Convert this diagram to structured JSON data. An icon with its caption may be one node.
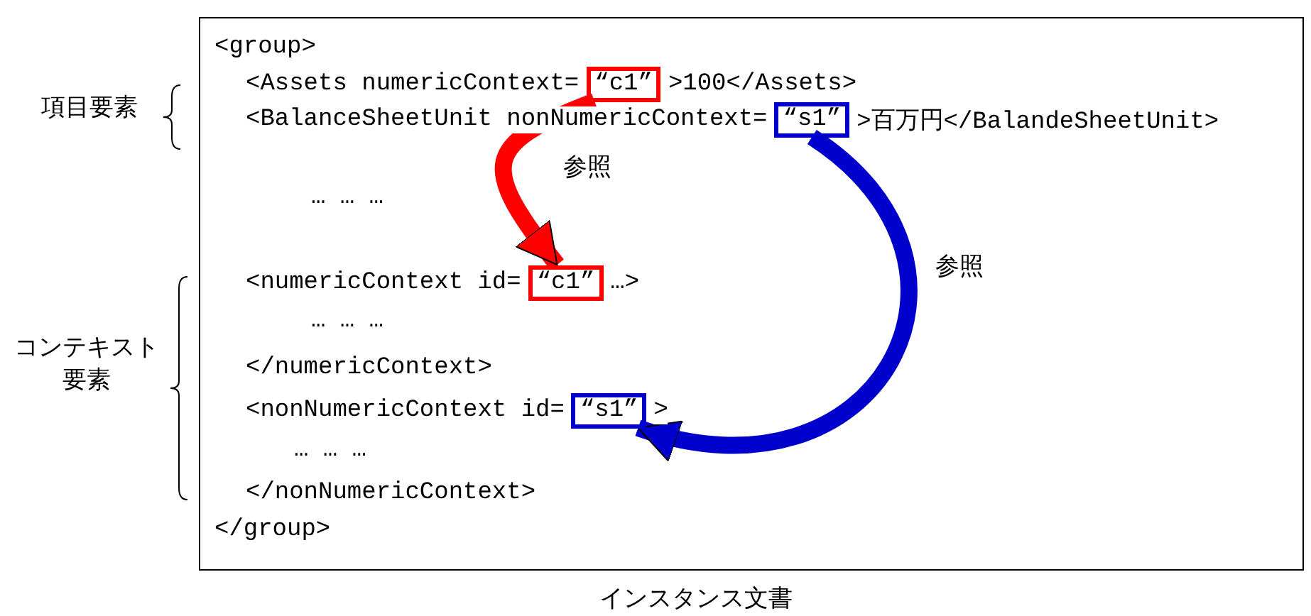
{
  "diagram": {
    "nodes": [
      {
        "text": [
          "インスタンス文書"
        ]
      },
      {
        "text": [
          "“c1”"
        ],
        "in": 0
      },
      {
        "text": [
          "“s1”"
        ],
        "in": 0
      },
      {
        "text": [
          "“c1”"
        ],
        "in": 0
      },
      {
        "text": [
          "“s1”"
        ],
        "in": 0
      }
    ],
    "edges": [
      {
        "from": 1,
        "to": 3,
        "arrow": "to",
        "label": "参照",
        "color": "#ff0000"
      },
      {
        "from": 2,
        "to": 4,
        "arrow": "to",
        "label": "参照",
        "color": "#0000cc"
      }
    ],
    "labels": [
      "項目要素",
      "<group>",
      "<Assets numericContext=",
      ">100</Assets>",
      "<BalanceSheetUnit nonNumericContext=",
      ">百万円</BalandeSheetUnit>",
      "… … …",
      "<numericContext id=",
      "…>",
      "コンテキスト要素",
      "… … …",
      "</numericContext>",
      "<nonNumericContext id=",
      ">",
      "… … …",
      "</nonNumericContext>",
      "</group>"
    ]
  }
}
